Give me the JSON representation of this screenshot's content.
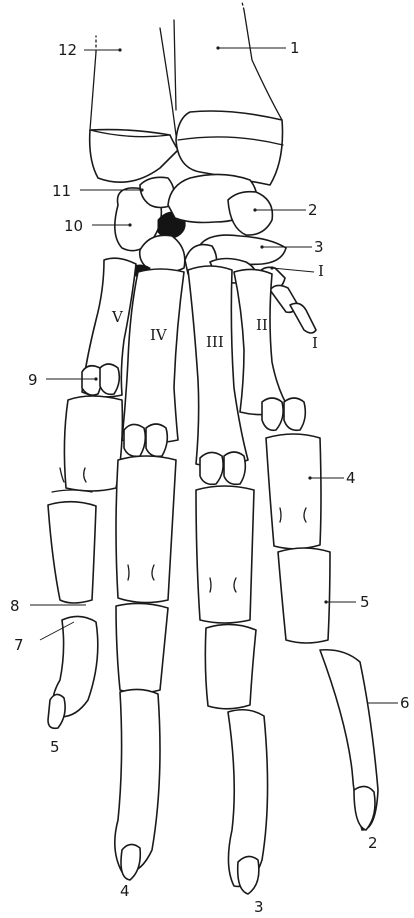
{
  "labels": {
    "n1": "1",
    "n2": "2",
    "n3": "3",
    "n4": "4",
    "n5": "5",
    "n6": "6",
    "n7": "7",
    "n8": "8",
    "n9": "9",
    "n10": "10",
    "n11": "11",
    "n12": "12"
  },
  "digits": {
    "d2": "2",
    "d3": "3",
    "d4": "4",
    "d5": "5"
  },
  "roman": {
    "I_a": "I",
    "I_b": "I",
    "II": "II",
    "III": "III",
    "IV": "IV",
    "V": "V"
  },
  "colors": {
    "line": "#1a1a1a",
    "background": "#ffffff"
  }
}
